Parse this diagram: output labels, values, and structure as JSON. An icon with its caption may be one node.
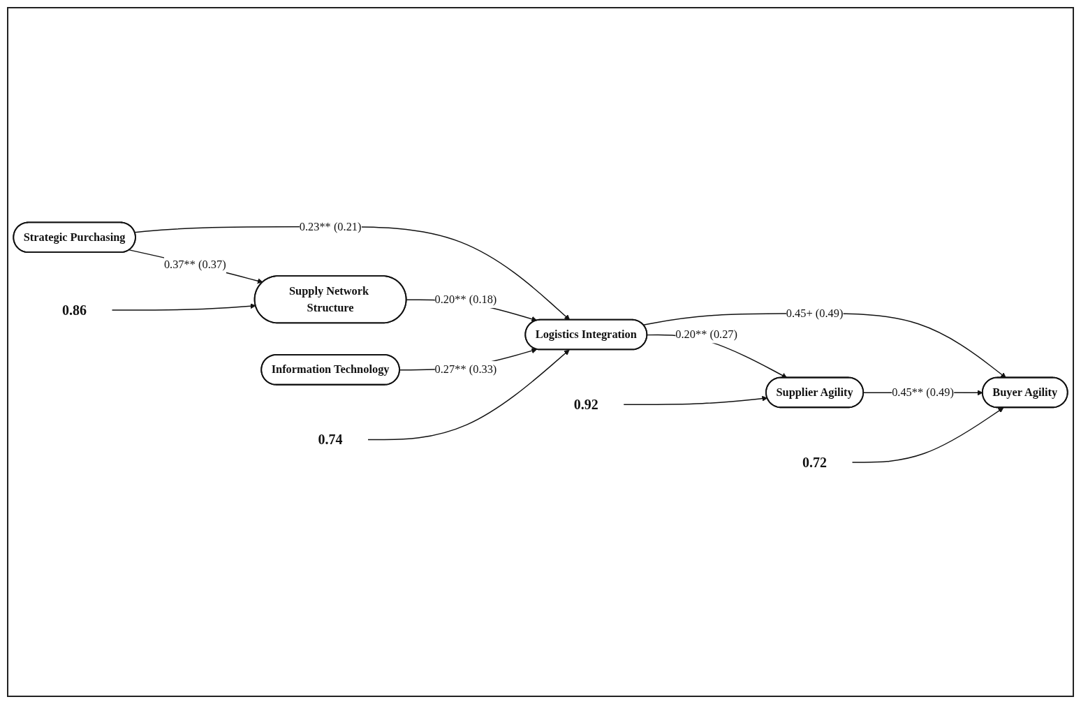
{
  "diagram": {
    "nodes": [
      {
        "text": [
          "Strategic Purchasing"
        ]
      },
      {
        "text": [
          "Supply Network Structure"
        ]
      },
      {
        "text": [
          "Information Technology"
        ]
      },
      {
        "text": [
          "Logistics Integration"
        ]
      },
      {
        "text": [
          "Buyer Agility"
        ]
      },
      {
        "text": [
          "Supplier Agility"
        ]
      },
      {
        "text": [
          "0.74"
        ]
      },
      {
        "text": [
          "0.72"
        ]
      },
      {
        "text": [
          "0.86"
        ]
      },
      {
        "text": [
          "0.92"
        ]
      }
    ],
    "edges": [
      {
        "from": 0,
        "to": 1,
        "arrow": "to",
        "label": "0.37** (0.37)"
      },
      {
        "from": 0,
        "to": 3,
        "arrow": "to",
        "label": "0.23** (0.21)"
      },
      {
        "from": 1,
        "to": 3,
        "arrow": "to",
        "label": "0.20** (0.18)"
      },
      {
        "from": 2,
        "to": 3,
        "arrow": "to",
        "label": "0.27** (0.33)"
      },
      {
        "from": 3,
        "to": 4,
        "arrow": "to",
        "label": "0.45+ (0.49)"
      },
      {
        "from": 3,
        "to": 5,
        "arrow": "to",
        "label": "0.20** (0.27)"
      },
      {
        "from": 5,
        "to": 4,
        "arrow": "to",
        "label": "0.45** (0.49)"
      },
      {
        "from": 6,
        "to": 3,
        "arrow": "to"
      },
      {
        "from": 7,
        "to": 4,
        "arrow": "to"
      },
      {
        "from": 8,
        "to": 1,
        "arrow": "to"
      },
      {
        "from": 9,
        "to": 5,
        "arrow": "to"
      }
    ]
  }
}
